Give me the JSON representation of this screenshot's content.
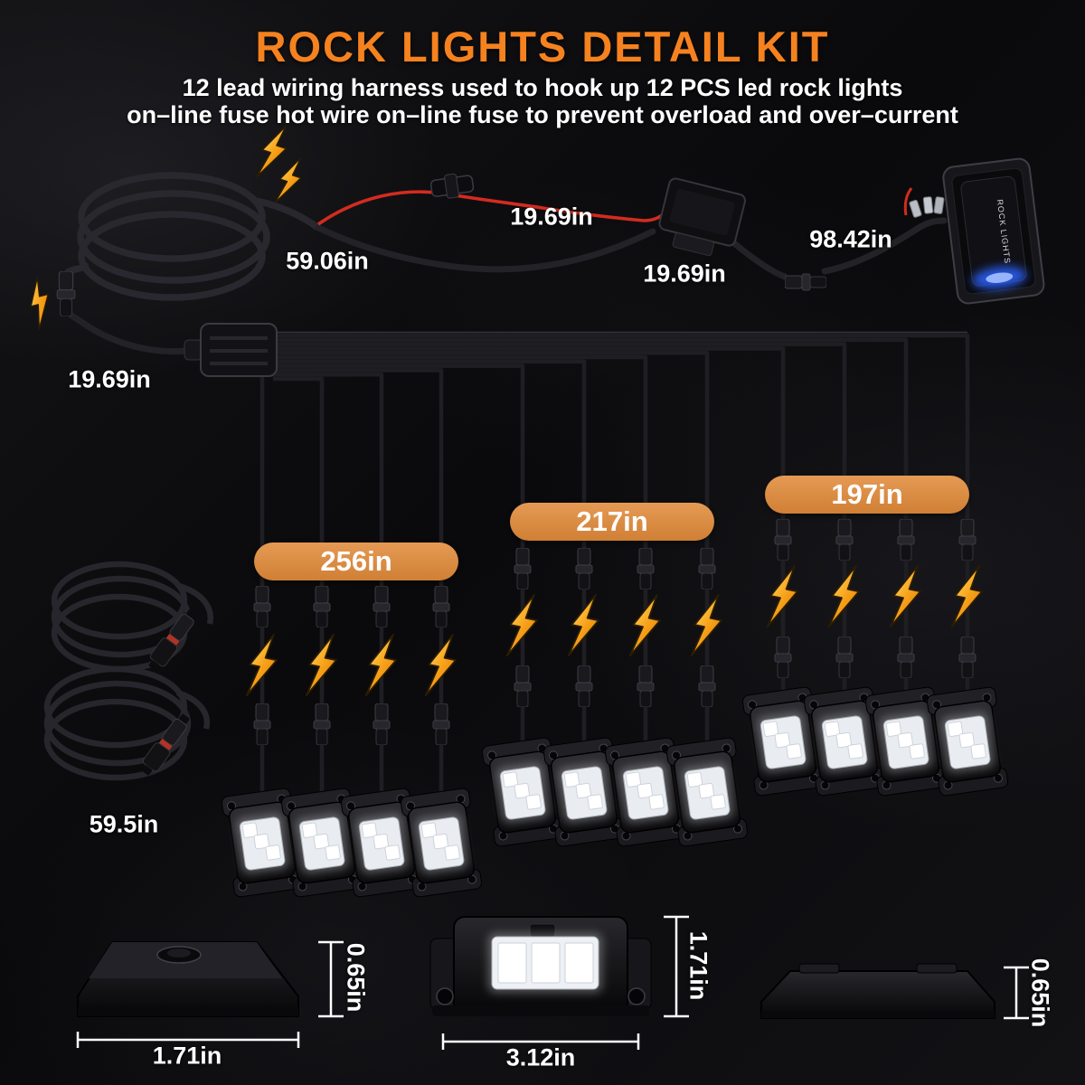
{
  "header": {
    "title": "ROCK LIGHTS DETAIL KIT",
    "subtitle_line1": "12 lead wiring harness used to hook up 12 PCS led rock lights",
    "subtitle_line2": "on–line fuse hot wire on–line fuse to prevent overload and over–current"
  },
  "measurements": {
    "main_cable": "59.06in",
    "fuse_lead": "19.69in",
    "relay_lead": "19.69in",
    "switch_lead": "98.42in",
    "block_lead": "19.69in",
    "extension_cable": "59.5in"
  },
  "wire_groups": [
    {
      "length": "256in"
    },
    {
      "length": "217in"
    },
    {
      "length": "197in"
    }
  ],
  "pod_dimensions": {
    "side_view_height": "0.65in",
    "side_view_width": "1.71in",
    "front_view_height": "1.71in",
    "front_view_width": "3.12in",
    "low_profile_height": "0.65in"
  },
  "switch": {
    "label": "ROCK LIGHTS"
  },
  "colors": {
    "title_orange": "#F5821F",
    "badge_orange": "#DB8C44",
    "bolt_yellow": "#F7A21B",
    "wire_red": "#D42B1F",
    "led_blue": "#2A62FF",
    "background": "#0C0C0E",
    "text_white": "#FFFFFF"
  }
}
